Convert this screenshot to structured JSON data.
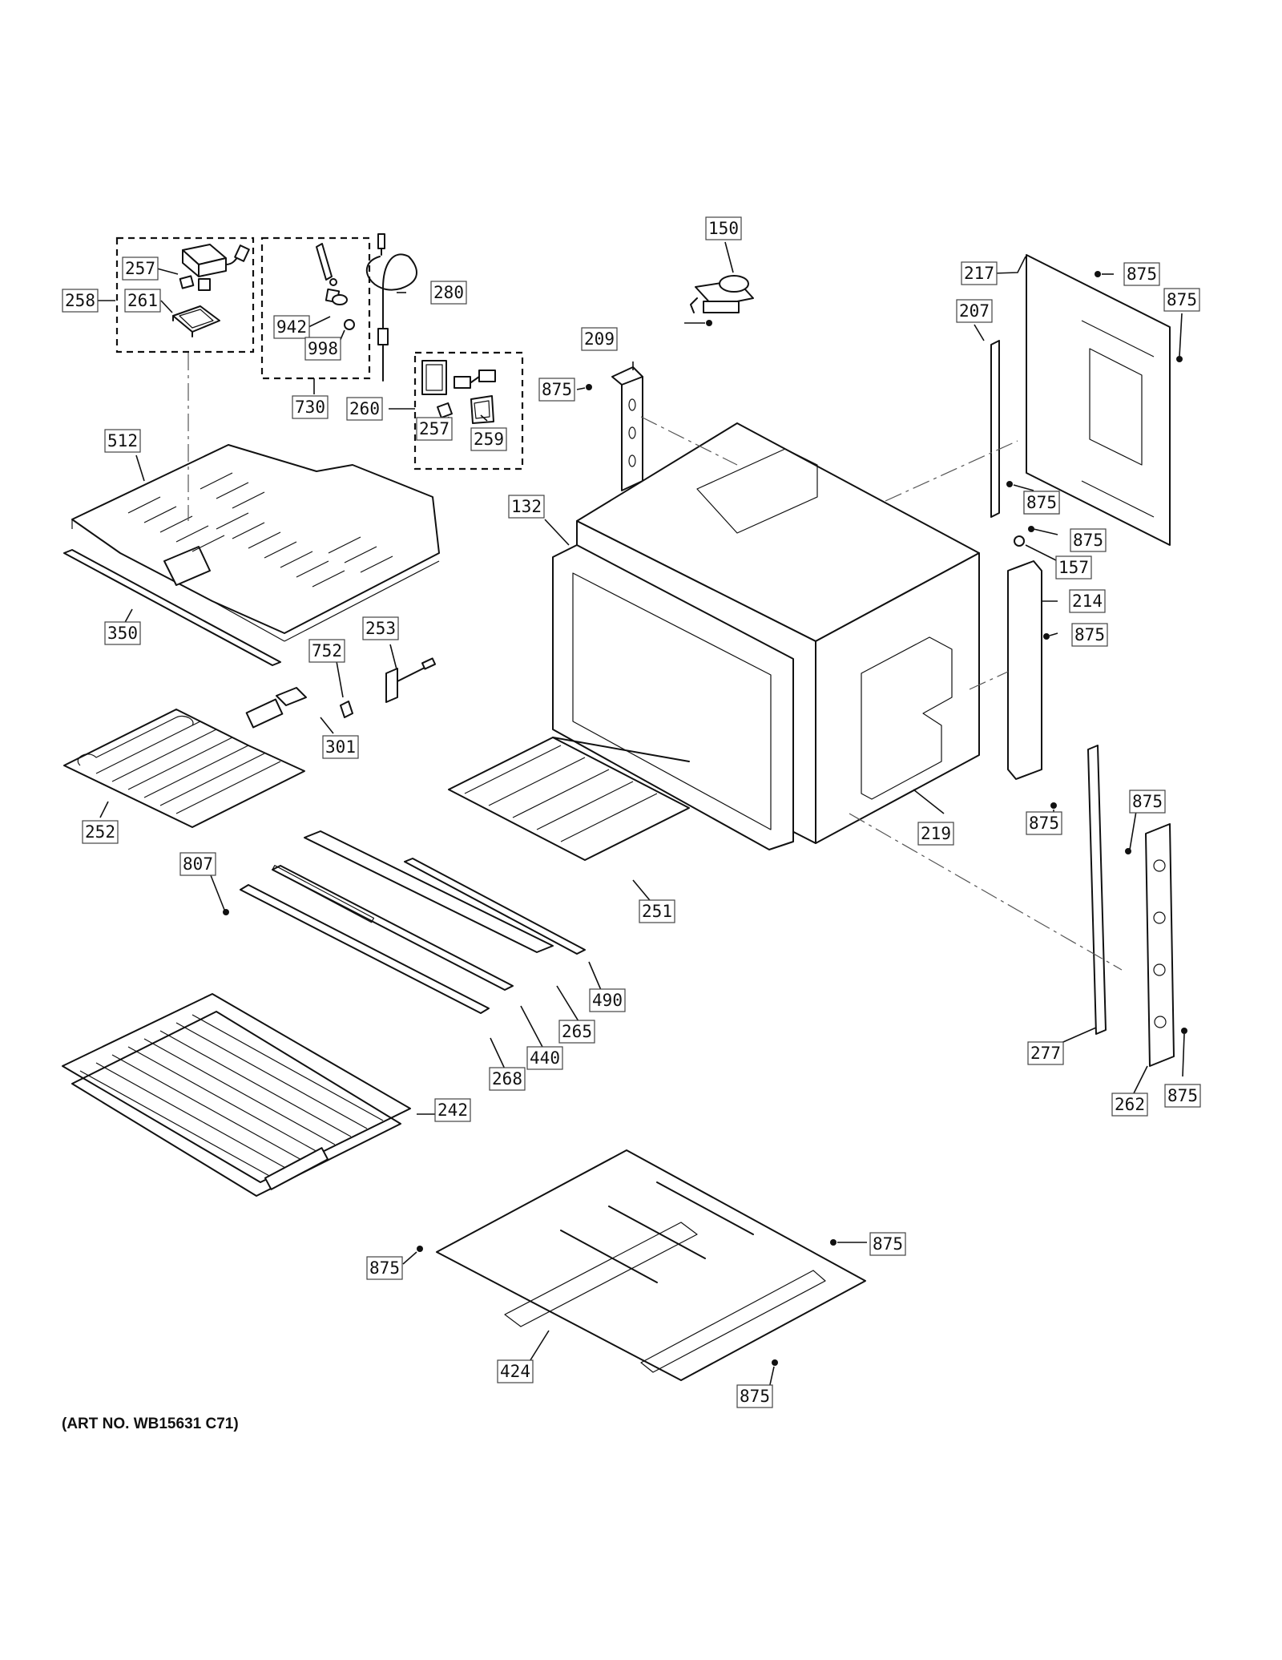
{
  "art_number": "(ART NO. WB15631 C71)",
  "parts": [
    {
      "id": "p150",
      "label": "150"
    },
    {
      "id": "p217",
      "label": "217"
    },
    {
      "id": "p875a",
      "label": "875"
    },
    {
      "id": "p875b",
      "label": "875"
    },
    {
      "id": "p207",
      "label": "207"
    },
    {
      "id": "p875c",
      "label": "875"
    },
    {
      "id": "p257a",
      "label": "257"
    },
    {
      "id": "p258",
      "label": "258"
    },
    {
      "id": "p261",
      "label": "261"
    },
    {
      "id": "p280",
      "label": "280"
    },
    {
      "id": "p942",
      "label": "942"
    },
    {
      "id": "p998",
      "label": "998"
    },
    {
      "id": "p730",
      "label": "730"
    },
    {
      "id": "p209",
      "label": "209"
    },
    {
      "id": "p875d",
      "label": "875"
    },
    {
      "id": "p260",
      "label": "260"
    },
    {
      "id": "p257b",
      "label": "257"
    },
    {
      "id": "p259",
      "label": "259"
    },
    {
      "id": "p512",
      "label": "512"
    },
    {
      "id": "p132",
      "label": "132"
    },
    {
      "id": "p875e",
      "label": "875"
    },
    {
      "id": "p875f",
      "label": "875"
    },
    {
      "id": "p157",
      "label": "157"
    },
    {
      "id": "p214",
      "label": "214"
    },
    {
      "id": "p875g",
      "label": "875"
    },
    {
      "id": "p350",
      "label": "350"
    },
    {
      "id": "p253",
      "label": "253"
    },
    {
      "id": "p752",
      "label": "752"
    },
    {
      "id": "p301",
      "label": "301"
    },
    {
      "id": "p875h",
      "label": "875"
    },
    {
      "id": "p875i",
      "label": "875"
    },
    {
      "id": "p252",
      "label": "252"
    },
    {
      "id": "p219",
      "label": "219"
    },
    {
      "id": "p807",
      "label": "807"
    },
    {
      "id": "p251",
      "label": "251"
    },
    {
      "id": "p490",
      "label": "490"
    },
    {
      "id": "p265",
      "label": "265"
    },
    {
      "id": "p440",
      "label": "440"
    },
    {
      "id": "p268",
      "label": "268"
    },
    {
      "id": "p277",
      "label": "277"
    },
    {
      "id": "p262",
      "label": "262"
    },
    {
      "id": "p875j",
      "label": "875"
    },
    {
      "id": "p242",
      "label": "242"
    },
    {
      "id": "p875k",
      "label": "875"
    },
    {
      "id": "p875l",
      "label": "875"
    },
    {
      "id": "p424",
      "label": "424"
    },
    {
      "id": "p875m",
      "label": "875"
    }
  ]
}
